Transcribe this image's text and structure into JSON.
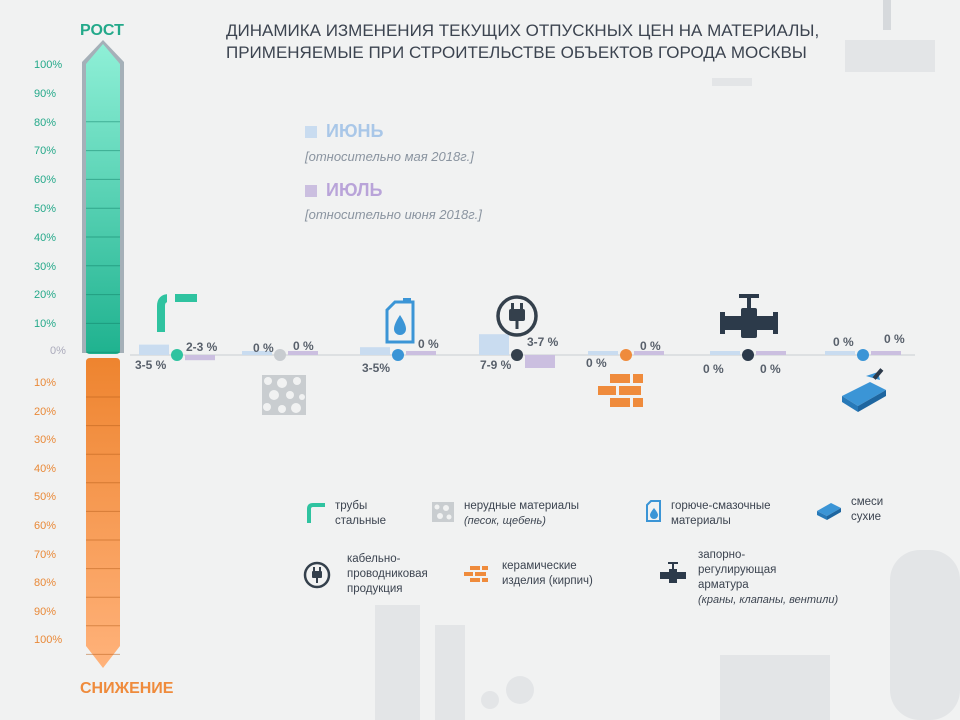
{
  "title": {
    "line1": "ДИНАМИКА ИЗМЕНЕНИЯ ТЕКУЩИХ ОТПУСКНЫХ ЦЕН НА МАТЕРИАЛЫ,",
    "line2": "ПРИМЕНЯЕМЫЕ ПРИ СТРОИТЕЛЬСТВЕ ОБЪЕКТОВ ГОРОДА МОСКВЫ"
  },
  "scale": {
    "up_label": "РОСТ",
    "down_label": "СНИЖЕНИЕ",
    "up_ticks": [
      "100%",
      "90%",
      "80%",
      "70%",
      "60%",
      "50%",
      "40%",
      "30%",
      "20%",
      "10%"
    ],
    "zero_tick": "0%",
    "down_ticks": [
      "10%",
      "20%",
      "30%",
      "40%",
      "50%",
      "60%",
      "70%",
      "80%",
      "90%",
      "100%"
    ]
  },
  "periods": {
    "june": {
      "label": "ИЮНЬ",
      "sub": "[относительно мая 2018г.]"
    },
    "july": {
      "label": "ИЮЛЬ",
      "sub": "[относительно июня 2018г.]"
    }
  },
  "colors": {
    "june": "#c9dcf0",
    "july": "#cbbfe0",
    "up": "#2fc3a0",
    "down": "#f08c3c"
  },
  "chart_data": {
    "type": "bar",
    "title": "ДИНАМИКА ИЗМЕНЕНИЯ ТЕКУЩИХ ОТПУСКНЫХ ЦЕН НА МАТЕРИАЛЫ, ПРИМЕНЯЕМЫЕ ПРИ СТРОИТЕЛЬСТВЕ ОБЪЕКТОВ ГОРОДА МОСКВЫ",
    "categories": [
      "трубы стальные",
      "нерудные материалы",
      "горюче-смазочные материалы",
      "кабельно-проводниковая продукция",
      "керамические изделия (кирпич)",
      "запорно-регулирующая арматура",
      "смеси сухие"
    ],
    "ylim": [
      -100,
      100
    ],
    "series": [
      {
        "name": "ИЮНЬ",
        "values": [
          4,
          0,
          3,
          8,
          0,
          0,
          0
        ],
        "labels": [
          "3-5 %",
          "0 %",
          "3-5%",
          "7-9 %",
          "0 %",
          "0 %",
          "0 %"
        ]
      },
      {
        "name": "ИЮЛЬ",
        "values": [
          -2,
          0,
          0,
          -5,
          0,
          0,
          0
        ],
        "labels": [
          "2-3 %",
          "0 %",
          "0 %",
          "3-7 %",
          "0 %",
          "0 %",
          "0 %"
        ]
      }
    ]
  },
  "legend": {
    "pipes": [
      "трубы",
      "стальные"
    ],
    "sand": [
      "нерудные материалы",
      "(песок, щебень)"
    ],
    "fuel": [
      "горюче-смазочные",
      "материалы"
    ],
    "mix": [
      "смеси",
      "сухие"
    ],
    "cable": [
      "кабельно-",
      "проводниковая",
      "продукция"
    ],
    "brick": [
      "керамические",
      "изделия (кирпич)"
    ],
    "valve": [
      "запорно-",
      "регулирующая",
      "арматура",
      "(краны, клапаны, вентили)"
    ]
  }
}
